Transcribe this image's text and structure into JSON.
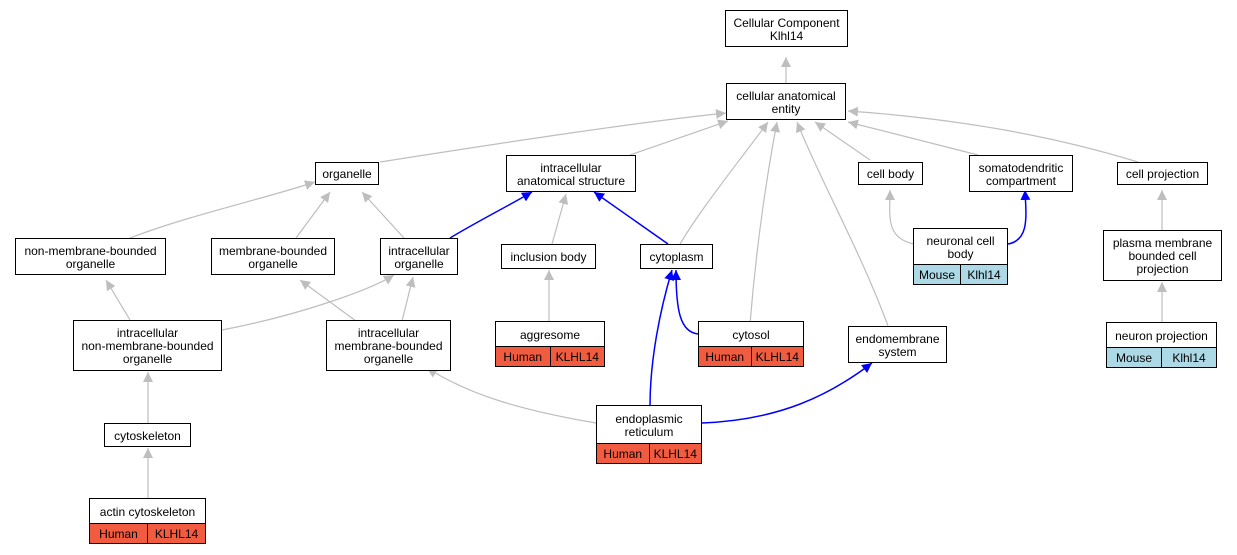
{
  "colors": {
    "edge_default": "#bebebe",
    "edge_highlight": "#0000ff",
    "human": "#f15c40",
    "mouse": "#add8e6"
  },
  "nodes": {
    "root": {
      "line1": "Cellular Component",
      "line2": "Klhl14"
    },
    "cae": {
      "line1": "cellular anatomical",
      "line2": "entity"
    },
    "organelle": {
      "line1": "organelle"
    },
    "ias": {
      "line1": "intracellular",
      "line2": "anatomical structure"
    },
    "cellbody": {
      "line1": "cell body"
    },
    "somato": {
      "line1": "somatodendritic",
      "line2": "compartment"
    },
    "cellproj": {
      "line1": "cell projection"
    },
    "nmbo": {
      "line1": "non-membrane-bounded",
      "line2": "organelle"
    },
    "mbo": {
      "line1": "membrane-bounded",
      "line2": "organelle"
    },
    "io": {
      "line1": "intracellular",
      "line2": "organelle"
    },
    "inclusion": {
      "line1": "inclusion body"
    },
    "cytoplasm": {
      "line1": "cytoplasm"
    },
    "ncb": {
      "line1": "neuronal cell",
      "line2": "body",
      "species": "Mouse",
      "gene": "Klhl14"
    },
    "pmbcp": {
      "line1": "plasma membrane",
      "line2": "bounded cell",
      "line3": "projection"
    },
    "inmbo": {
      "line1": "intracellular",
      "line2": "non-membrane-bounded",
      "line3": "organelle"
    },
    "imbo": {
      "line1": "intracellular",
      "line2": "membrane-bounded",
      "line3": "organelle"
    },
    "aggresome": {
      "line1": "aggresome",
      "species": "Human",
      "gene": "KLHL14"
    },
    "cytosol": {
      "line1": "cytosol",
      "species": "Human",
      "gene": "KLHL14"
    },
    "endomem": {
      "line1": "endomembrane",
      "line2": "system"
    },
    "neuronproj": {
      "line1": "neuron projection",
      "species": "Mouse",
      "gene": "Klhl14"
    },
    "cytoskeleton": {
      "line1": "cytoskeleton"
    },
    "er": {
      "line1": "endoplasmic",
      "line2": "reticulum",
      "species": "Human",
      "gene": "KLHL14"
    },
    "actin": {
      "line1": "actin cytoskeleton",
      "species": "Human",
      "gene": "KLHL14"
    }
  }
}
